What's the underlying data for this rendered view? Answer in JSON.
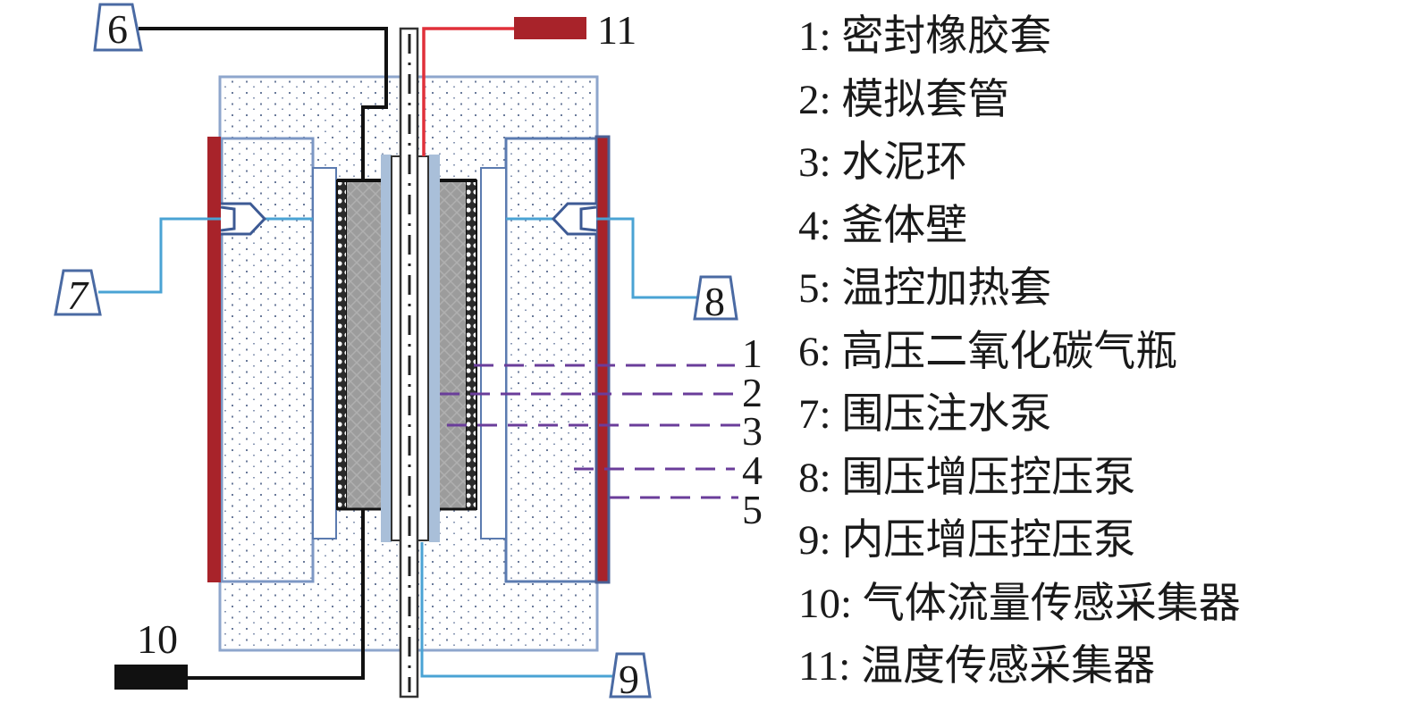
{
  "figure": {
    "components": {
      "c6": "6",
      "c7": "7",
      "c8": "8",
      "c9": "9",
      "c10": "10",
      "c11": "11"
    },
    "callouts": [
      "1",
      "2",
      "3",
      "4",
      "5"
    ]
  },
  "legend": {
    "items": [
      {
        "num": "1:",
        "text": "密封橡胶套"
      },
      {
        "num": "2:",
        "text": "模拟套管"
      },
      {
        "num": "3:",
        "text": "水泥环"
      },
      {
        "num": "4:",
        "text": "釜体壁"
      },
      {
        "num": "5:",
        "text": "温控加热套"
      },
      {
        "num": "6:",
        "text": "高压二氧化碳气瓶"
      },
      {
        "num": "7:",
        "text": "围压注水泵"
      },
      {
        "num": "8:",
        "text": "围压增压控压泵"
      },
      {
        "num": "9:",
        "text": "内压增压控压泵"
      },
      {
        "num": "10:",
        "text": "气体流量传感采集器"
      },
      {
        "num": "11:",
        "text": "温度传感采集器"
      }
    ]
  },
  "colors": {
    "heater_red": "#a8232a",
    "frame_blue": "#5b7bb0",
    "water_line": "#4aa3d4",
    "temp_line": "#e0303a",
    "callout_purple": "#6a3d9a",
    "cement_gray": "#9a9a9a",
    "casing_blue": "#a9bfd9"
  }
}
